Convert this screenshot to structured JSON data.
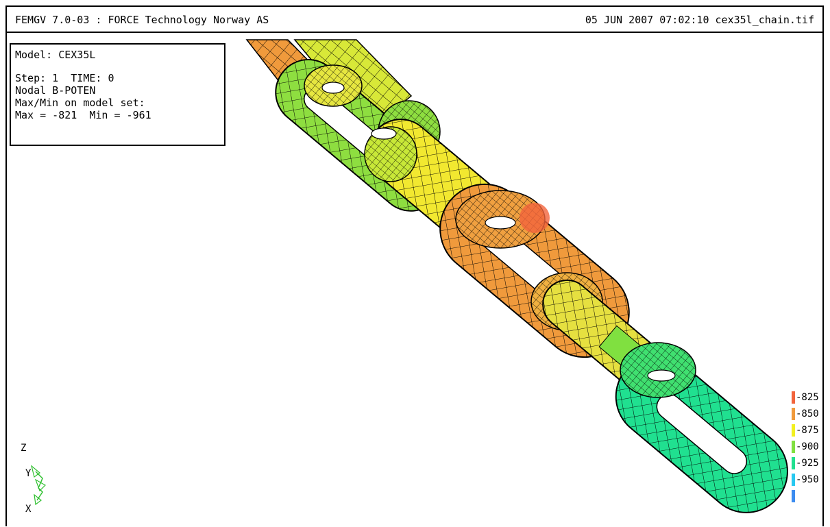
{
  "header": {
    "left_text": "FEMGV 7.0-03 : FORCE Technology Norway AS",
    "right_text": "05 JUN 2007 07:02:10 cex35l_chain.tif"
  },
  "info": {
    "model": "Model: CEX35L",
    "step": "Step: 1  TIME: 0",
    "nodal": "Nodal B-POTEN",
    "maxmin_title": "Max/Min on model set:",
    "maxmin_values": "Max = -821  Min = -961"
  },
  "axes": {
    "z": "Z",
    "y": "Y",
    "x": "X"
  },
  "legend": {
    "items": [
      {
        "label": "-825",
        "color": "#f2643c"
      },
      {
        "label": "-850",
        "color": "#f09a3c"
      },
      {
        "label": "-875",
        "color": "#f2f020"
      },
      {
        "label": "-900",
        "color": "#80e040"
      },
      {
        "label": "-925",
        "color": "#20e090"
      },
      {
        "label": "-950",
        "color": "#28c8f0"
      },
      {
        "label": "",
        "color": "#3c8cf0"
      }
    ]
  },
  "colors": {
    "orange": "#f09a3c",
    "yellow": "#f2f020",
    "green": "#80e040",
    "teal": "#20e090",
    "red": "#f2643c",
    "axis_green": "#30c030"
  }
}
